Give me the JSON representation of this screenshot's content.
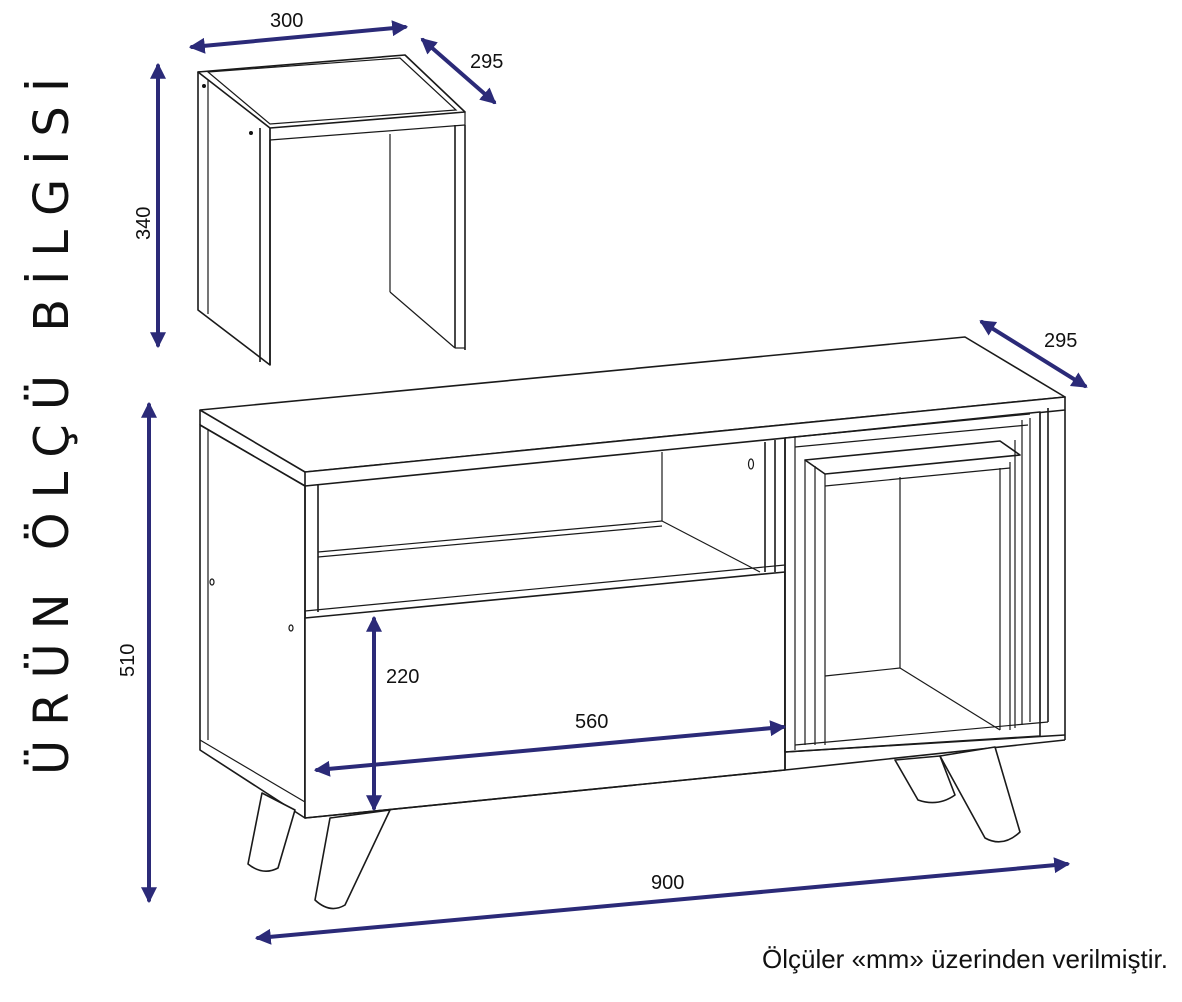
{
  "title": "ÜRÜN ÖLÇÜ BİLGİSİ",
  "note": "Ölçüler «mm» üzerinden verilmiştir.",
  "colors": {
    "dimension_arrow": "#2b2a78",
    "outline": "#1a1a1a"
  },
  "side_table": {
    "width": "300",
    "depth": "295",
    "height": "340"
  },
  "tv_unit": {
    "depth": "295",
    "height": "510",
    "width": "900",
    "drawer_width": "560",
    "drawer_height": "220"
  }
}
